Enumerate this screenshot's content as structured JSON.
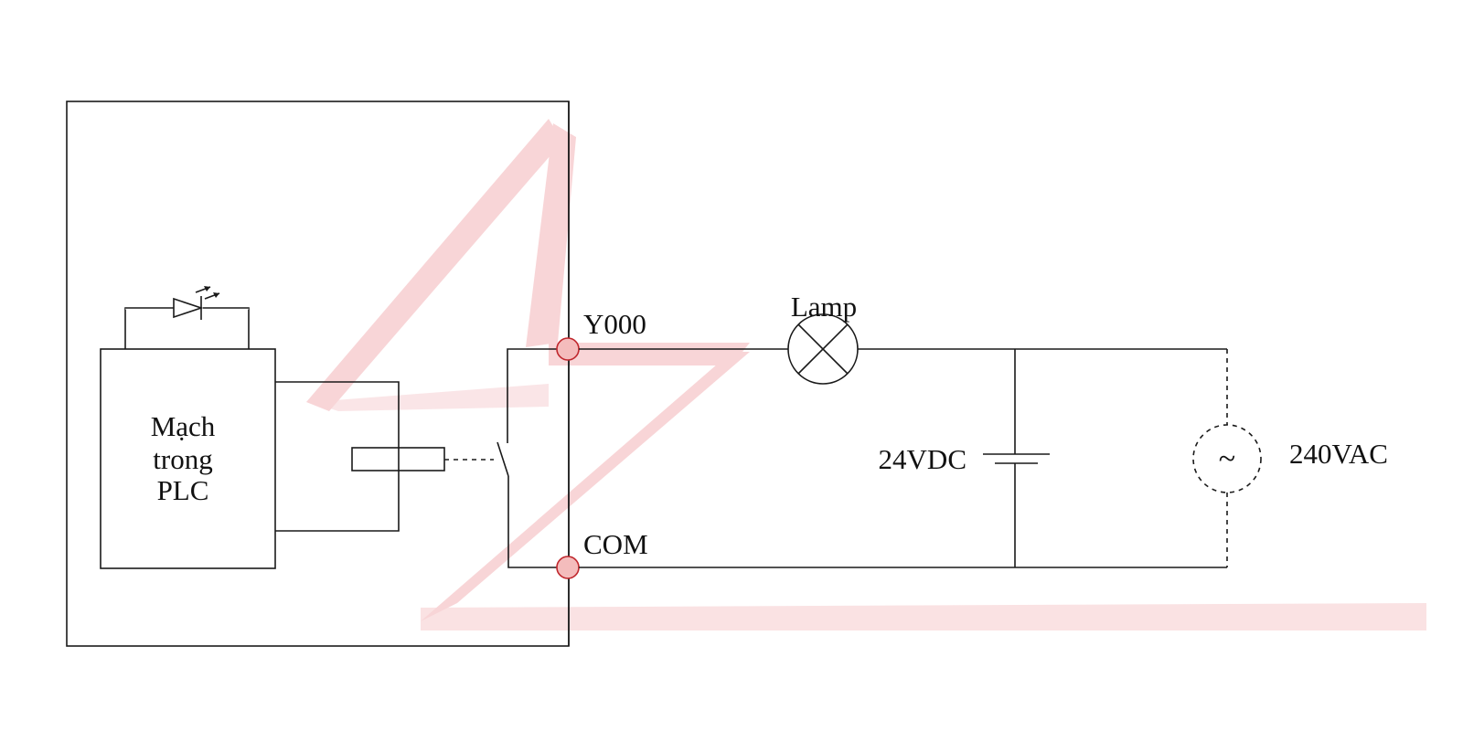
{
  "colors": {
    "line": "#1a1a1a",
    "terminal_fill": "#f4bcbc",
    "terminal_stroke": "#c0272d",
    "watermark": "#f2b3b6",
    "background": "#ffffff"
  },
  "labels": {
    "internal_circuit_line1": "Mạch",
    "internal_circuit_line2": "trong",
    "internal_circuit_line3": "PLC",
    "output_terminal": "Y000",
    "common_terminal": "COM",
    "lamp": "Lamp",
    "dc_source": "24VDC",
    "ac_source": "240VAC",
    "ac_symbol": "~"
  },
  "icons": {
    "led_indicator": "led-icon",
    "relay_coil": "relay-coil-icon",
    "relay_contact": "switch-contact-icon",
    "lamp": "lamp-icon",
    "dc_source": "battery-icon",
    "ac_source": "ac-source-icon",
    "watermark": "az-logo-watermark"
  }
}
